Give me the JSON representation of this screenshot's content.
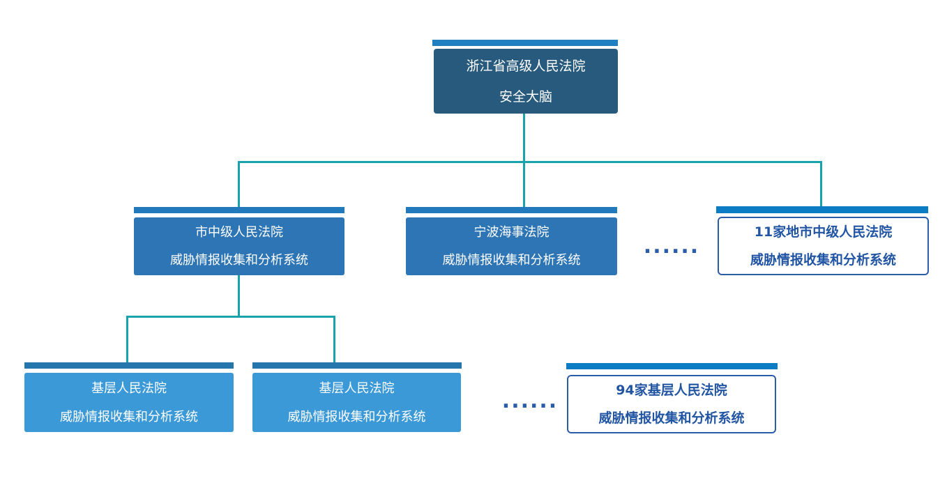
{
  "diagram": {
    "type": "org-chart",
    "colors": {
      "teal": "#18a3ac",
      "topBar": "#1f7fc1",
      "topBox": "#275a7d",
      "midBar": "#2279bb",
      "midBox": "#2e75b6",
      "bottomBar": "#2676ae",
      "bottomBox": "#3b99d8",
      "outlineBar": "#0c7cc5",
      "outlineBorder": "#2b5ca9",
      "outlineText": "#2155a4",
      "dots": "#2b5ca9",
      "nodeText": "#ffffff"
    },
    "nodes": {
      "root": {
        "line1": "浙江省高级人民法院",
        "line2": "安全大脑"
      },
      "intermediate_court": {
        "line1": "市中级人民法院",
        "line2": "威胁情报收集和分析系统"
      },
      "ningbo_maritime_court": {
        "line1": "宁波海事法院",
        "line2": "威胁情报收集和分析系统"
      },
      "intermediate_summary": {
        "line1": "11家地市中级人民法院",
        "line2": "威胁情报收集和分析系统"
      },
      "basic_court_1": {
        "line1": "基层人民法院",
        "line2": "威胁情报收集和分析系统"
      },
      "basic_court_2": {
        "line1": "基层人民法院",
        "line2": "威胁情报收集和分析系统"
      },
      "basic_summary": {
        "line1": "94家基层人民法院",
        "line2": "威胁情报收集和分析系统"
      }
    },
    "ellipsis": {
      "mid": "......",
      "bottom": "......"
    }
  }
}
